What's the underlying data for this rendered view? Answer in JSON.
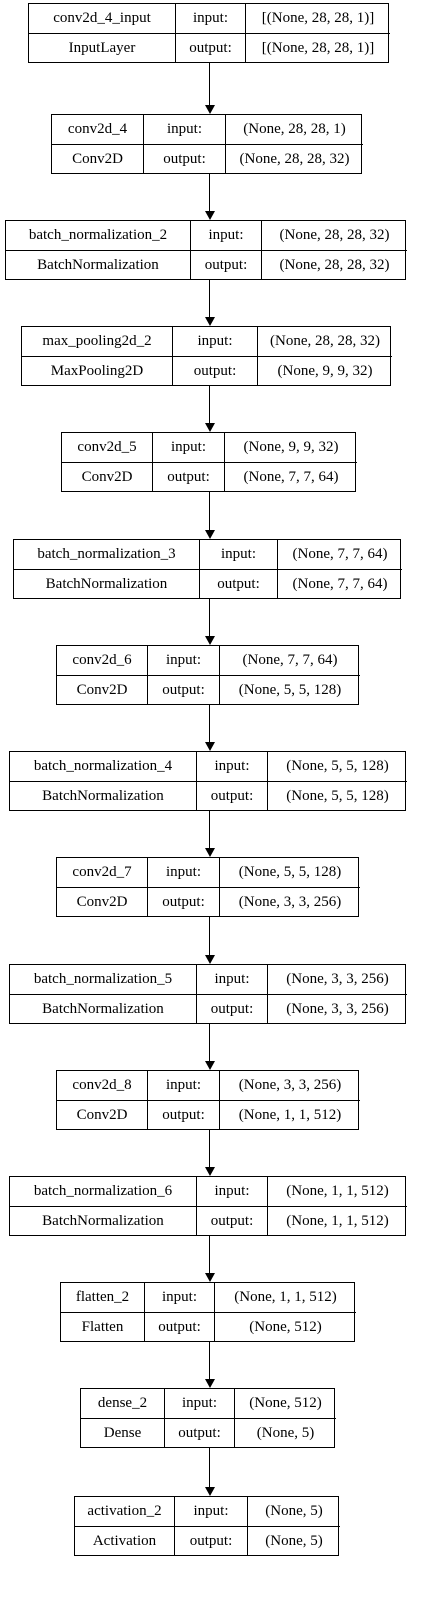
{
  "diagram": {
    "nodes": [
      {
        "name": "conv2d_4_input",
        "type": "InputLayer",
        "input_label": "input:",
        "output_label": "output:",
        "input_shape": "[(None, 28, 28, 1)]",
        "output_shape": "[(None, 28, 28, 1)]"
      },
      {
        "name": "conv2d_4",
        "type": "Conv2D",
        "input_label": "input:",
        "output_label": "output:",
        "input_shape": "(None, 28, 28, 1)",
        "output_shape": "(None, 28, 28, 32)"
      },
      {
        "name": "batch_normalization_2",
        "type": "BatchNormalization",
        "input_label": "input:",
        "output_label": "output:",
        "input_shape": "(None, 28, 28, 32)",
        "output_shape": "(None, 28, 28, 32)"
      },
      {
        "name": "max_pooling2d_2",
        "type": "MaxPooling2D",
        "input_label": "input:",
        "output_label": "output:",
        "input_shape": "(None, 28, 28, 32)",
        "output_shape": "(None, 9, 9, 32)"
      },
      {
        "name": "conv2d_5",
        "type": "Conv2D",
        "input_label": "input:",
        "output_label": "output:",
        "input_shape": "(None, 9, 9, 32)",
        "output_shape": "(None, 7, 7, 64)"
      },
      {
        "name": "batch_normalization_3",
        "type": "BatchNormalization",
        "input_label": "input:",
        "output_label": "output:",
        "input_shape": "(None, 7, 7, 64)",
        "output_shape": "(None, 7, 7, 64)"
      },
      {
        "name": "conv2d_6",
        "type": "Conv2D",
        "input_label": "input:",
        "output_label": "output:",
        "input_shape": "(None, 7, 7, 64)",
        "output_shape": "(None, 5, 5, 128)"
      },
      {
        "name": "batch_normalization_4",
        "type": "BatchNormalization",
        "input_label": "input:",
        "output_label": "output:",
        "input_shape": "(None, 5, 5, 128)",
        "output_shape": "(None, 5, 5, 128)"
      },
      {
        "name": "conv2d_7",
        "type": "Conv2D",
        "input_label": "input:",
        "output_label": "output:",
        "input_shape": "(None, 5, 5, 128)",
        "output_shape": "(None, 3, 3, 256)"
      },
      {
        "name": "batch_normalization_5",
        "type": "BatchNormalization",
        "input_label": "input:",
        "output_label": "output:",
        "input_shape": "(None, 3, 3, 256)",
        "output_shape": "(None, 3, 3, 256)"
      },
      {
        "name": "conv2d_8",
        "type": "Conv2D",
        "input_label": "input:",
        "output_label": "output:",
        "input_shape": "(None, 3, 3, 256)",
        "output_shape": "(None, 1, 1, 512)"
      },
      {
        "name": "batch_normalization_6",
        "type": "BatchNormalization",
        "input_label": "input:",
        "output_label": "output:",
        "input_shape": "(None, 1, 1, 512)",
        "output_shape": "(None, 1, 1, 512)"
      },
      {
        "name": "flatten_2",
        "type": "Flatten",
        "input_label": "input:",
        "output_label": "output:",
        "input_shape": "(None, 1, 1, 512)",
        "output_shape": "(None, 512)"
      },
      {
        "name": "dense_2",
        "type": "Dense",
        "input_label": "input:",
        "output_label": "output:",
        "input_shape": "(None, 512)",
        "output_shape": "(None, 5)"
      },
      {
        "name": "activation_2",
        "type": "Activation",
        "input_label": "input:",
        "output_label": "output:",
        "input_shape": "(None, 5)",
        "output_shape": "(None, 5)"
      }
    ],
    "edges": [
      {
        "from": 0,
        "to": 1
      },
      {
        "from": 1,
        "to": 2
      },
      {
        "from": 2,
        "to": 3
      },
      {
        "from": 3,
        "to": 4
      },
      {
        "from": 4,
        "to": 5
      },
      {
        "from": 5,
        "to": 6
      },
      {
        "from": 6,
        "to": 7
      },
      {
        "from": 7,
        "to": 8
      },
      {
        "from": 8,
        "to": 9
      },
      {
        "from": 9,
        "to": 10
      },
      {
        "from": 10,
        "to": 11
      },
      {
        "from": 11,
        "to": 12
      },
      {
        "from": 12,
        "to": 13
      },
      {
        "from": 13,
        "to": 14
      }
    ]
  }
}
